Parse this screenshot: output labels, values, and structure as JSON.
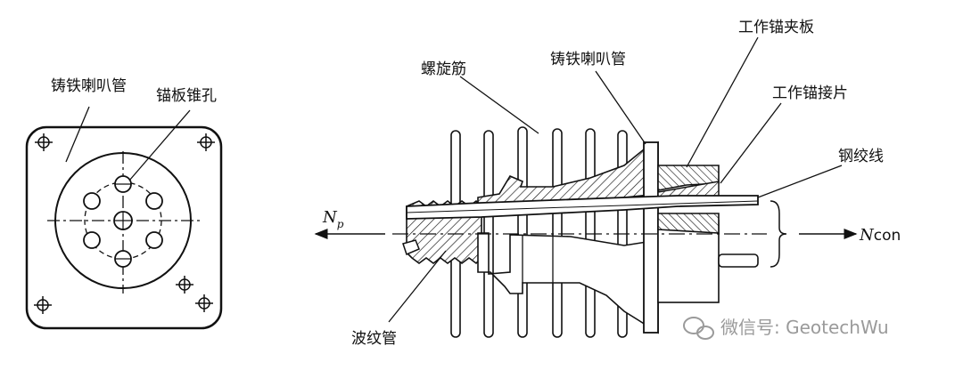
{
  "left_view": {
    "label_horn": "铸铁喇叭管",
    "label_cone": "锚板锥孔"
  },
  "right_view": {
    "label_spiral": "螺旋筋",
    "label_horn": "铸铁喇叭管",
    "label_clamp": "工作锚夹板",
    "label_joint": "工作锚接片",
    "label_strand": "钢绞线",
    "label_duct": "波纹管",
    "force_left_symbol": "N",
    "force_left_sub": "p",
    "force_right_symbol": "N",
    "force_right_sub": "con"
  },
  "watermark": {
    "text": "微信号: GeotechWu"
  }
}
